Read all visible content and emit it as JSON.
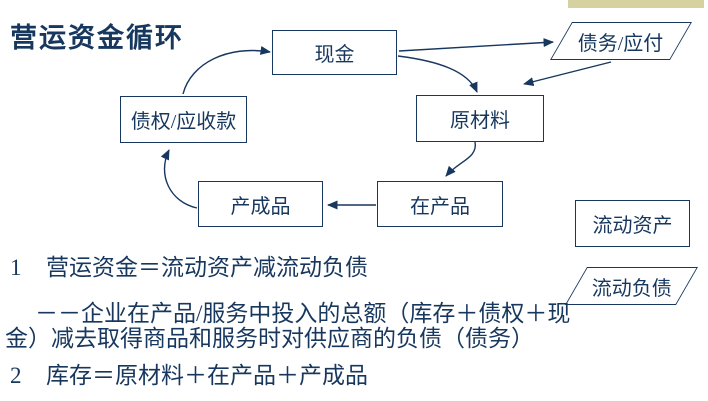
{
  "title": "营运资金循环",
  "colors": {
    "ink": "#17375E",
    "accent_bar": "#D5D2A0",
    "background": "#FFFFFF"
  },
  "diagram": {
    "nodes": [
      {
        "id": "cash",
        "label": "现金",
        "shape": "rect"
      },
      {
        "id": "debt-payables",
        "label": "债务/应付",
        "shape": "parallelogram"
      },
      {
        "id": "receivables",
        "label": "债权/应收款",
        "shape": "rect"
      },
      {
        "id": "raw-materials",
        "label": "原材料",
        "shape": "rect"
      },
      {
        "id": "wip",
        "label": "在产品",
        "shape": "rect"
      },
      {
        "id": "finished-goods",
        "label": "产成品",
        "shape": "rect"
      },
      {
        "id": "current-assets",
        "label": "流动资产",
        "shape": "rect"
      },
      {
        "id": "current-liabilities",
        "label": "流动负债",
        "shape": "parallelogram"
      }
    ],
    "edges": [
      {
        "from": "receivables",
        "to": "cash"
      },
      {
        "from": "cash",
        "to": "debt-payables"
      },
      {
        "from": "cash",
        "to": "raw-materials"
      },
      {
        "from": "debt-payables",
        "to": "raw-materials"
      },
      {
        "from": "raw-materials",
        "to": "wip"
      },
      {
        "from": "wip",
        "to": "finished-goods"
      },
      {
        "from": "finished-goods",
        "to": "receivables"
      }
    ]
  },
  "notes": {
    "item1_number": "1",
    "item1_text": "营运资金＝流动资产减流动负债",
    "item1_sub_line1": "－－企业在产品/服务中投入的总额（库存＋债权＋现",
    "item1_sub_line2": "金）减去取得商品和服务时对供应商的负债（债务）",
    "item2_number": "2",
    "item2_text": "库存＝原材料＋在产品＋产成品"
  }
}
